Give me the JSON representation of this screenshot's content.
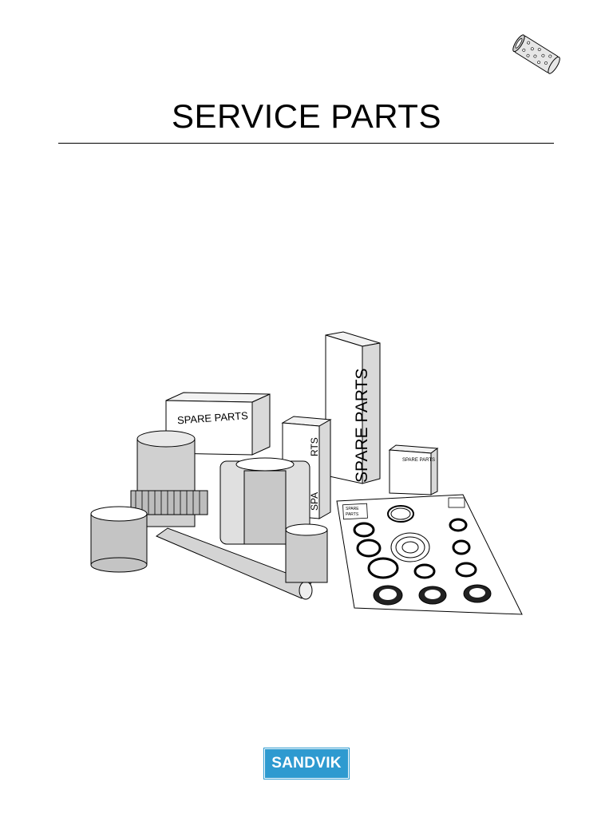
{
  "page": {
    "title": "SERVICE PARTS"
  },
  "corner": {
    "icon": "drill-bit-cylinder-icon"
  },
  "illustration": {
    "box_large_label": "SPARE PARTS",
    "box_medium_label_top": "RTS",
    "box_medium_label_bottom": "SPA",
    "box_tall_label": "SPARE PARTS",
    "box_small_label": "SPARE PARTS",
    "seal_kit_label_line1": "SPARE",
    "seal_kit_label_line2": "PARTS"
  },
  "logo": {
    "text": "SANDVIK",
    "color": "#2e9ad0"
  }
}
